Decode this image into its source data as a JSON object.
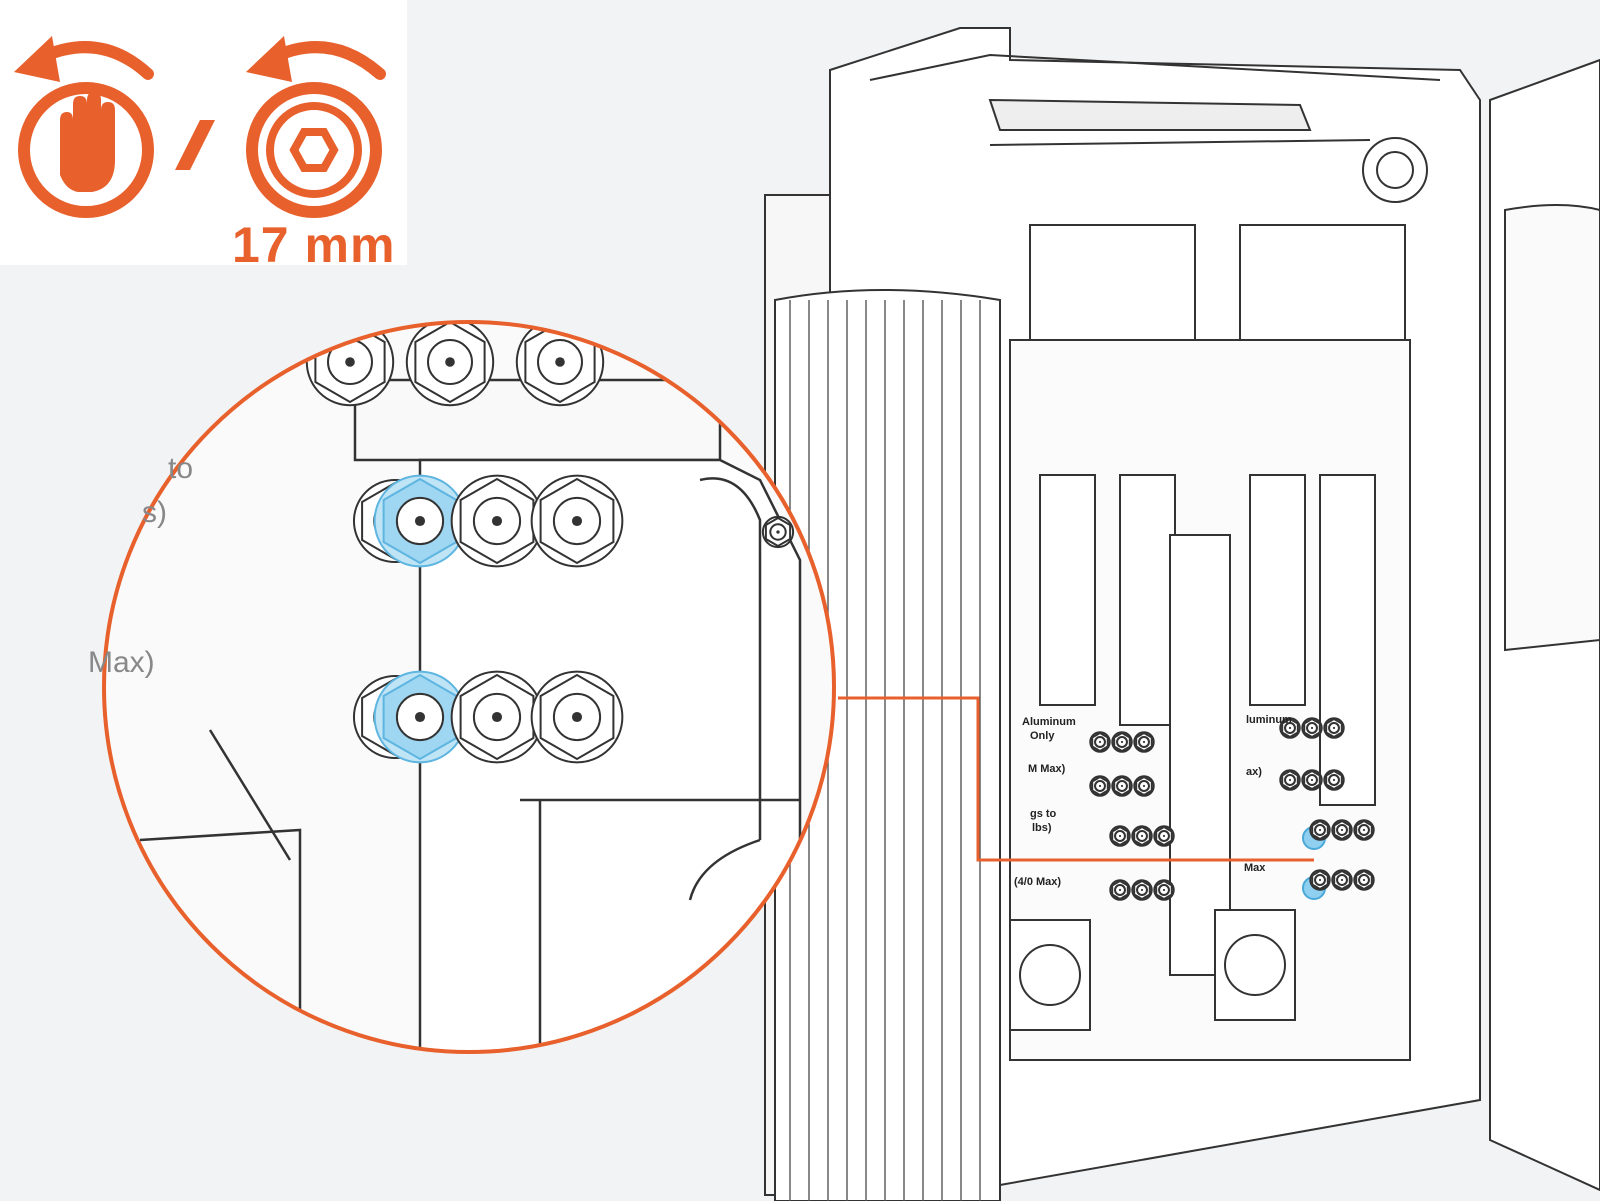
{
  "instruction_panel": {
    "tool_size_label": "17 mm",
    "icons": [
      "counterclockwise-arrow-icon",
      "hand-icon",
      "counterclockwise-arrow-icon",
      "hex-socket-icon"
    ],
    "separator": "/"
  },
  "cabinet_labels": {
    "aluminum_left": "Aluminum",
    "only_left": "Only",
    "max_1": "M Max)",
    "lugs_to": "gs to",
    "lbs": "lbs)",
    "max_40": "(4/0 Max)",
    "aluminum_right": "luminum",
    "max_right_1": "ax)",
    "max_right_2": "Max"
  },
  "zoom_labels": {
    "to": "to",
    "s_paren": "s)",
    "max": "Max)"
  },
  "colors": {
    "accent": "#e8602c",
    "highlight": "#8fd0f0",
    "background": "#f2f3f4",
    "line": "#333333"
  }
}
